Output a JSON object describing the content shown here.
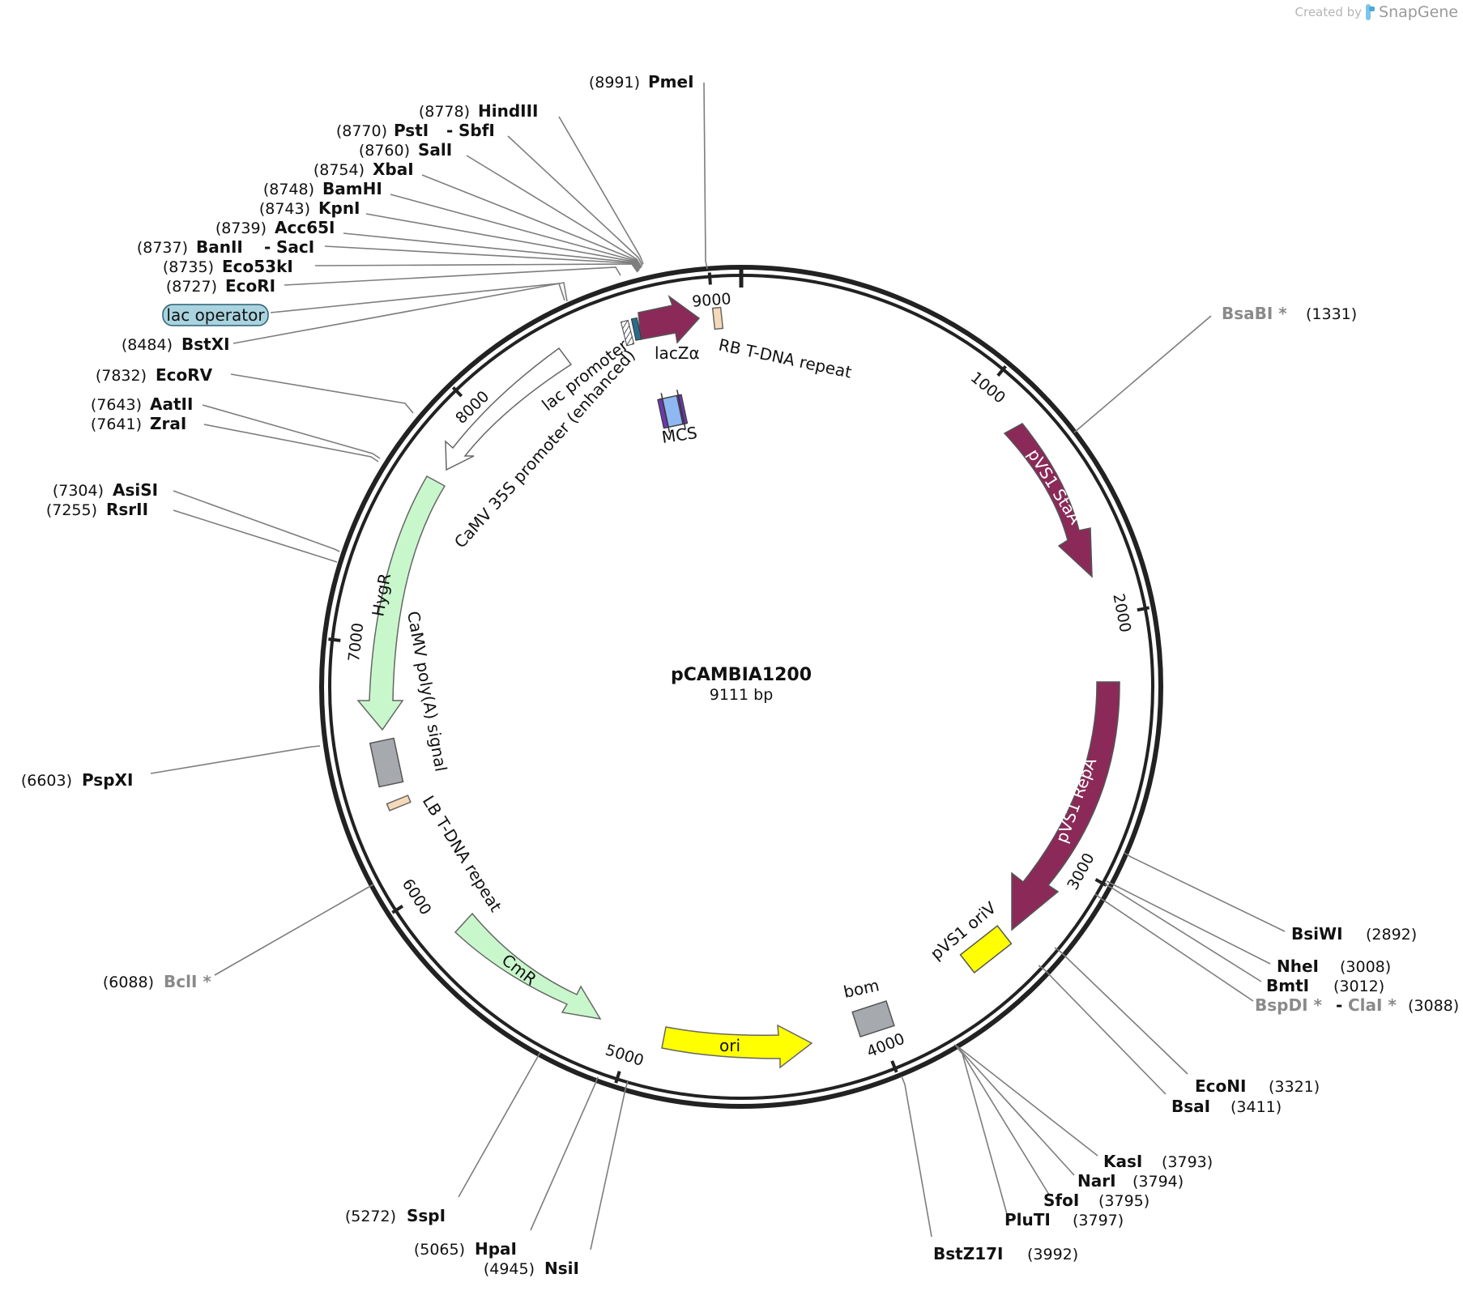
{
  "credit": {
    "prefix": "Created by",
    "brand": "SnapGene"
  },
  "plasmid": {
    "name": "pCAMBIA1200",
    "size_label": "9111 bp",
    "length": 9111
  },
  "ticks": [
    "1000",
    "2000",
    "3000",
    "4000",
    "5000",
    "6000",
    "7000",
    "8000",
    "9000"
  ],
  "features": [
    {
      "name": "lacZα",
      "start": 8870,
      "end": 9020,
      "direction": "cw",
      "color": "#8b2a59",
      "kind": "arrow"
    },
    {
      "name": "RB T-DNA repeat",
      "start": 9050,
      "end": 9075,
      "direction": "none",
      "color": "#f6d9b8",
      "kind": "box"
    },
    {
      "name": "MCS",
      "start": 8727,
      "end": 8991,
      "direction": "none",
      "color": "#8fb8f2",
      "kind": "mcs"
    },
    {
      "name": "lac promoter",
      "start": 8800,
      "end": 8830,
      "direction": "ccw",
      "color": "#ffffff",
      "kind": "box"
    },
    {
      "name": "lac operator",
      "start": 8845,
      "end": 8862,
      "direction": "none",
      "color": "#2a6b8a",
      "kind": "box"
    },
    {
      "name": "CaMV 35S promoter (enhanced)",
      "start": 7875,
      "end": 8530,
      "direction": "ccw",
      "color": "#ffffff",
      "kind": "arrow"
    },
    {
      "name": "HygR",
      "start": 6903,
      "end": 7700,
      "direction": "ccw",
      "color": "#c9f7cc",
      "kind": "arrow"
    },
    {
      "name": "CaMV poly(A) signal",
      "start": 6650,
      "end": 6825,
      "direction": "ccw",
      "color": "#a6aaae",
      "kind": "box"
    },
    {
      "name": "LB T-DNA repeat",
      "start": 6440,
      "end": 6465,
      "direction": "none",
      "color": "#f6d9b8",
      "kind": "box"
    },
    {
      "name": "CmR",
      "start": 5150,
      "end": 5810,
      "direction": "ccw",
      "color": "#c9f7cc",
      "kind": "arrow"
    },
    {
      "name": "ori",
      "start": 4360,
      "end": 4950,
      "direction": "ccw",
      "color": "#ffff00",
      "kind": "arrow"
    },
    {
      "name": "bom",
      "start": 4040,
      "end": 4180,
      "direction": "none",
      "color": "#a6aaae",
      "kind": "box"
    },
    {
      "name": "pVS1 oriV",
      "start": 3580,
      "end": 3780,
      "direction": "none",
      "color": "#ffff00",
      "kind": "box"
    },
    {
      "name": "pVS1 RepA",
      "start": 2450,
      "end": 3520,
      "direction": "cw",
      "color": "#8b2a59",
      "kind": "arrow"
    },
    {
      "name": "pVS1 StaA",
      "start": 1390,
      "end": 2000,
      "direction": "cw",
      "color": "#8b2a59",
      "kind": "arrow"
    }
  ],
  "sites": [
    {
      "name": "PmeI",
      "pos": "(8991)",
      "side": "left"
    },
    {
      "name": "HindIII",
      "pos": "(8778)",
      "side": "left"
    },
    {
      "name": "PstI",
      "pos": "(8770)",
      "side": "left",
      "extra": "SbfI"
    },
    {
      "name": "SalI",
      "pos": "(8760)",
      "side": "left"
    },
    {
      "name": "XbaI",
      "pos": "(8754)",
      "side": "left"
    },
    {
      "name": "BamHI",
      "pos": "(8748)",
      "side": "left"
    },
    {
      "name": "KpnI",
      "pos": "(8743)",
      "side": "left"
    },
    {
      "name": "Acc65I",
      "pos": "(8739)",
      "side": "left"
    },
    {
      "name": "BanII",
      "pos": "(8737)",
      "side": "left",
      "extra": "SacI"
    },
    {
      "name": "Eco53kI",
      "pos": "(8735)",
      "side": "left"
    },
    {
      "name": "EcoRI",
      "pos": "(8727)",
      "side": "left"
    },
    {
      "name": "BstXI",
      "pos": "(8484)",
      "side": "left"
    },
    {
      "name": "EcoRV",
      "pos": "(7832)",
      "side": "left"
    },
    {
      "name": "AatII",
      "pos": "(7643)",
      "side": "left"
    },
    {
      "name": "ZraI",
      "pos": "(7641)",
      "side": "left"
    },
    {
      "name": "AsiSI",
      "pos": "(7304)",
      "side": "left"
    },
    {
      "name": "RsrII",
      "pos": "(7255)",
      "side": "left"
    },
    {
      "name": "PspXI",
      "pos": "(6603)",
      "side": "left"
    },
    {
      "name": "BclI *",
      "pos": "(6088)",
      "side": "left",
      "nc": true
    },
    {
      "name": "SspI",
      "pos": "(5272)",
      "side": "left"
    },
    {
      "name": "HpaI",
      "pos": "(5065)",
      "side": "left"
    },
    {
      "name": "NsiI",
      "pos": "(4945)",
      "side": "left"
    },
    {
      "name": "BsaBI *",
      "pos": "(1331)",
      "side": "right",
      "nc": true
    },
    {
      "name": "BsiWI",
      "pos": "(2892)",
      "side": "right"
    },
    {
      "name": "NheI",
      "pos": "(3008)",
      "side": "right"
    },
    {
      "name": "BmtI",
      "pos": "(3012)",
      "side": "right"
    },
    {
      "name": "BspDI *",
      "pos": "(3088)",
      "side": "right",
      "nc": true,
      "extra": "ClaI *"
    },
    {
      "name": "EcoNI",
      "pos": "(3321)",
      "side": "right"
    },
    {
      "name": "BsaI",
      "pos": "(3411)",
      "side": "right"
    },
    {
      "name": "KasI",
      "pos": "(3793)",
      "side": "right"
    },
    {
      "name": "NarI",
      "pos": "(3794)",
      "side": "right"
    },
    {
      "name": "SfoI",
      "pos": "(3795)",
      "side": "right"
    },
    {
      "name": "PluTI",
      "pos": "(3797)",
      "side": "right"
    },
    {
      "name": "BstZ17I",
      "pos": "(3992)",
      "side": "right"
    }
  ],
  "lac_operator_label": "lac operator"
}
